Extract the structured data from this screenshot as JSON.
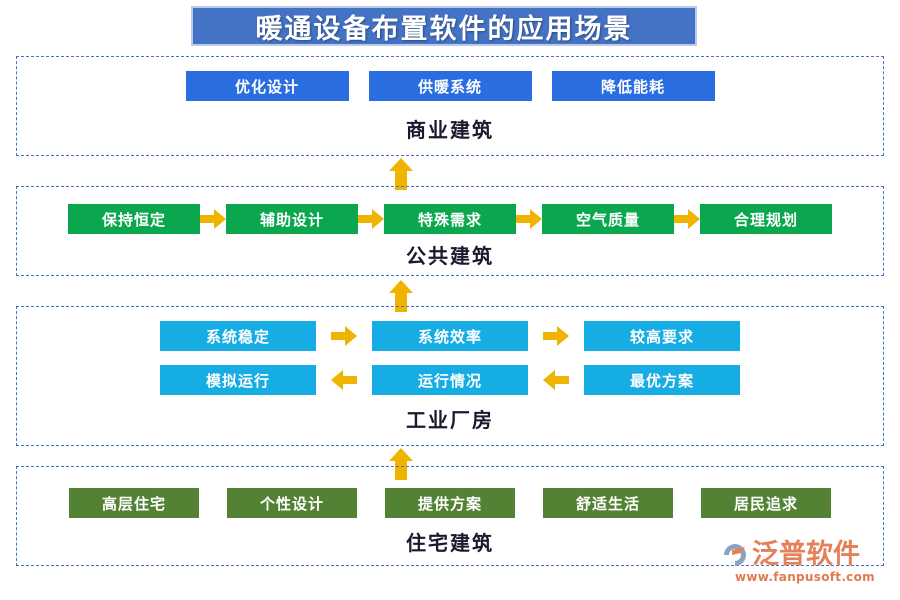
{
  "title": "暖通设备布置软件的应用场景",
  "colors": {
    "title_bar": "#4472C4",
    "panel_border": "#4472C4",
    "blue_chip": "#2A6DE0",
    "green_chip": "#0AA74F",
    "cyan_chip": "#16ACE4",
    "olive_chip": "#548235",
    "arrow": "#F0B400",
    "caption_text": "#1A1A2E",
    "logo_text": "#E4815A"
  },
  "sections": [
    {
      "id": "commercial",
      "caption": "商业建筑",
      "chip_color": "blue",
      "rows": [
        {
          "chips": [
            "优化设计",
            "供暖系统",
            "降低能耗"
          ],
          "arrows": []
        }
      ]
    },
    {
      "id": "public",
      "caption": "公共建筑",
      "chip_color": "green",
      "rows": [
        {
          "chips": [
            "保持恒定",
            "辅助设计",
            "特殊需求",
            "空气质量",
            "合理规划"
          ],
          "arrows": [
            "right",
            "right",
            "right",
            "right"
          ]
        }
      ]
    },
    {
      "id": "industrial",
      "caption": "工业厂房",
      "chip_color": "cyan",
      "rows": [
        {
          "chips": [
            "系统稳定",
            "系统效率",
            "较高要求"
          ],
          "arrows": [
            "right",
            "right"
          ]
        },
        {
          "chips": [
            "模拟运行",
            "运行情况",
            "最优方案"
          ],
          "arrows": [
            "left",
            "left"
          ]
        }
      ]
    },
    {
      "id": "residential",
      "caption": "住宅建筑",
      "chip_color": "olive",
      "rows": [
        {
          "chips": [
            "高层住宅",
            "个性设计",
            "提供方案",
            "舒适生活",
            "居民追求"
          ],
          "arrows": []
        }
      ]
    }
  ],
  "connectors": [
    {
      "name": "arrow-up-commercial-from-public",
      "direction": "up"
    },
    {
      "name": "arrow-up-public-from-industrial",
      "direction": "up"
    },
    {
      "name": "arrow-up-industrial-from-residential",
      "direction": "up"
    }
  ],
  "logo": {
    "name": "泛普软件",
    "url": "www.fanpusoft.com"
  }
}
